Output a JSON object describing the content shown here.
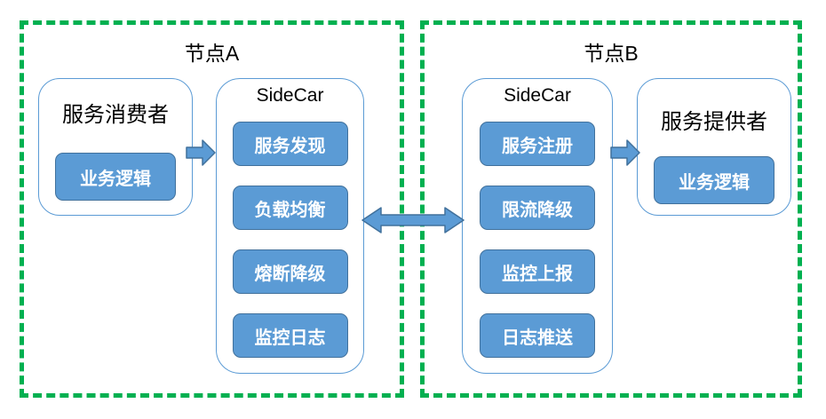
{
  "colors": {
    "node_dashed_border": "#00B050",
    "box_fill": "#5B9BD5",
    "box_border": "#41719C",
    "outline_border": "#5B9BD5",
    "title_text": "#000000",
    "box_text": "#FFFFFF"
  },
  "node_a": {
    "title": "节点A",
    "consumer": {
      "label": "服务消费者",
      "logic_label": "业务逻辑"
    },
    "sidecar": {
      "title": "SideCar",
      "items": [
        "服务发现",
        "负载均衡",
        "熔断降级",
        "监控日志"
      ]
    }
  },
  "node_b": {
    "title": "节点B",
    "sidecar": {
      "title": "SideCar",
      "items": [
        "服务注册",
        "限流降级",
        "监控上报",
        "日志推送"
      ]
    },
    "provider": {
      "label": "服务提供者",
      "logic_label": "业务逻辑"
    }
  },
  "icons": {
    "consumer_to_sidecar": "right-block-arrow",
    "sidecar_to_provider": "right-block-arrow",
    "sidecar_link": "double-headed-block-arrow"
  }
}
